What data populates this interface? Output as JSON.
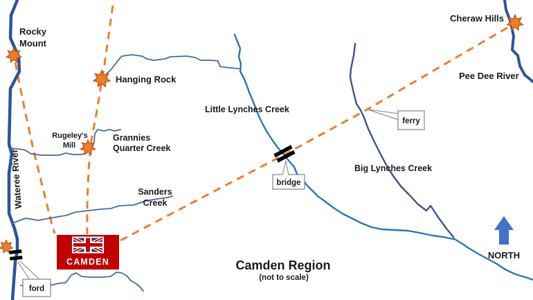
{
  "map": {
    "title": "Camden Region",
    "subtitle": "(not to scale)",
    "north_label": "NORTH"
  },
  "settlements": {
    "rocky_mount": {
      "line1": "Rocky",
      "line2": "Mount"
    },
    "hanging_rock": {
      "label": "Hanging Rock"
    },
    "rugeleys_mill": {
      "line1": "Rugeley's",
      "line2": "Mill"
    },
    "cheraw_hills": {
      "label": "Cheraw Hills"
    },
    "camden": {
      "label": "CAMDEN"
    }
  },
  "waterways": {
    "wateree_river": "Wateree River",
    "pee_dee_river": "Pee Dee River",
    "little_lynches_creek": "Little Lynches Creek",
    "big_lynches_creek": "Big Lynches Creek",
    "grannies_quarter_creek": {
      "line1": "Grannies",
      "line2": "Quarter Creek"
    },
    "sanders_creek": {
      "line1": "Sanders",
      "line2": "Creek"
    }
  },
  "crossings": {
    "ford": "ford",
    "bridge": "bridge",
    "ferry": "ferry"
  },
  "colors": {
    "river": "#2F5496",
    "creek": "#47689F",
    "little_lynches": "#2E75B6",
    "big_lynches": "#3F5387",
    "road": "#ED7D31",
    "star_fill": "#ED7D31",
    "star_stroke": "#C55A11",
    "flag_red": "#C00000",
    "flag_navy": "#1F3864",
    "north_arrow": "#4472C4",
    "callout_border": "#808080",
    "symbol_black": "#000000"
  }
}
